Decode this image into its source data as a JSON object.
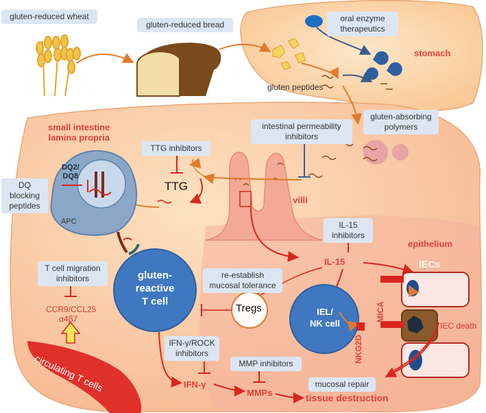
{
  "labels": {
    "gluten_reduced_wheat": "gluten-reduced wheat",
    "gluten_reduced_bread": "gluten-reduced bread",
    "oral_enzyme_l1": "oral enzyme",
    "oral_enzyme_l2": "therapeutics",
    "stomach": "stomach",
    "gluten_peptides": "gluten peptides",
    "absorbing_l1": "gluten-absorbing",
    "absorbing_l2": "polymers",
    "small_intestine_l1": "small intestine",
    "small_intestine_l2": "lamina propria",
    "permeability_l1": "intestinal permeability",
    "permeability_l2": "inhibitors",
    "ttg_inhibitors": "TTG inhibitors",
    "ttg": "TTG",
    "dq_l1": "DQ2/",
    "dq_l2": "DQ8",
    "dq_block_l1": "DQ",
    "dq_block_l2": "blocking",
    "dq_block_l3": "peptides",
    "apc": "APC",
    "villi": "villi",
    "il15_inhib_l1": "IL-15",
    "il15_inhib_l2": "inhibitors",
    "epithelium": "epithelium",
    "il15": "IL-15",
    "iecs": "IECs",
    "tcell_migration_l1": "T cell migration",
    "tcell_migration_l2": "inhibitors",
    "reestablish_l1": "re-establish",
    "reestablish_l2": "mucosal tolerance",
    "gluten_tcell_l1": "gluten-",
    "gluten_tcell_l2": "reactive",
    "gluten_tcell_l3": "T cell",
    "tregs": "Tregs",
    "ccr9": "CCR9/CCL25",
    "a4b7": "α4β7",
    "iel_l1": "IEL/",
    "iel_l2": "NK cell",
    "mica": "MICA",
    "nkg2d": "NKG2D",
    "iec_death": "IEC death",
    "circulating": "circulating T cells",
    "ifn_rock_l1": "IFN-γ/ROCK",
    "ifn_rock_l2": "inhibitors",
    "mmp_inhibitors": "MMP inhibitors",
    "mucosal_repair": "mucosal repair",
    "ifn": "IFN-γ",
    "mmps": "MMPs",
    "tissue_destruction": "tissue destruction"
  },
  "colors": {
    "stomach_fill": "#fbd3a8",
    "intestine_fill": "#f9c9a6",
    "epithelium_fill": "#f8c0aa",
    "villi_fill": "#f6b8a2",
    "apc_fill": "#8aa7c8",
    "tcell_fill": "#3f78c0",
    "box_fill": "#dce6f2",
    "red_arrow": "#d8261f",
    "orange_arrow": "#e07b2c",
    "inhibit_blue": "#3a5d8c",
    "title_red": "#e0423a"
  }
}
